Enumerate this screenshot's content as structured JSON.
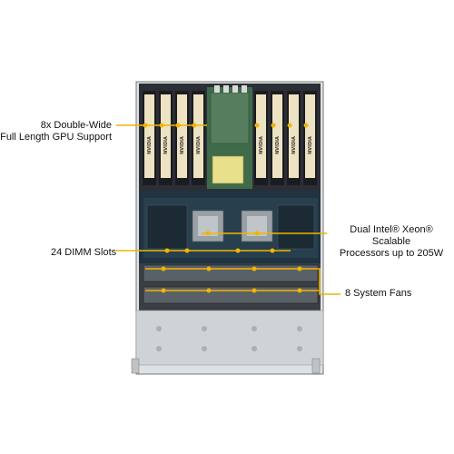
{
  "callouts": {
    "gpu_line1": "8x Double-Wide",
    "gpu_line2": "Full Length GPU Support",
    "cpu_line1": "Dual Intel®  Xeon® Scalable",
    "cpu_line2": "Processors up to 205W",
    "dimm": "24 DIMM Slots",
    "fans": "8 System Fans"
  },
  "gpu_brand": "NVIDIA",
  "colors": {
    "callout_line": "#f2b400",
    "chassis_dark": "#2b2f35",
    "board_green": "#3f6b4a",
    "heatsink_yellow": "#e8e08a",
    "gpu_card": "#ede2c2",
    "drive_bay": "#cfd3d6"
  },
  "counts": {
    "gpus": 8,
    "dimm_slots": 24,
    "fans": 8,
    "cpus": 2
  }
}
